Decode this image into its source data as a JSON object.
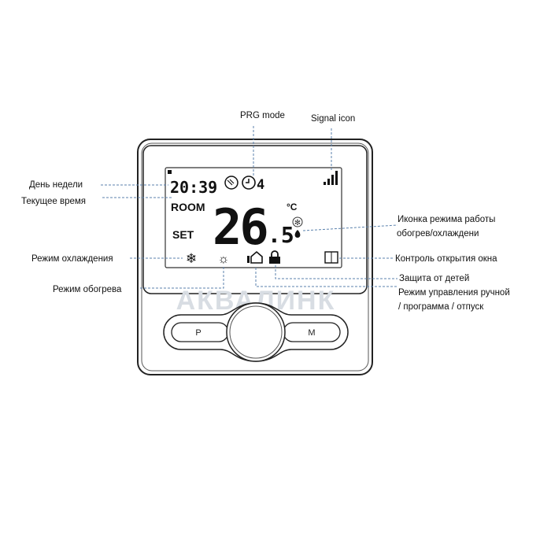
{
  "labels": {
    "prg_mode": "PRG mode",
    "signal_icon": "Signal icon",
    "day_of_week": "День недели",
    "current_time": "Текущее время",
    "cooling_mode": "Режим охлаждения",
    "heating_mode": "Режим обогрева",
    "mode_icon_line1": "Иконка  режима  работы",
    "mode_icon_line2": "обогрев/охлаждени",
    "window_control": "Контроль открытия окна",
    "child_lock": "Защита от детей",
    "control_mode_line1": "Режим управления ручной",
    "control_mode_line2": "/ программа / отпуск"
  },
  "display": {
    "time": "20:39",
    "program_number": "4",
    "room_label": "ROOM",
    "set_label": "SET",
    "temperature_int": "26",
    "temperature_dec": ".5",
    "unit": "°C"
  },
  "buttons": {
    "p": "P",
    "m": "M"
  },
  "watermark": "АКВАЛИНК",
  "colors": {
    "leader": "#5b82ad",
    "outline": "#222222"
  }
}
